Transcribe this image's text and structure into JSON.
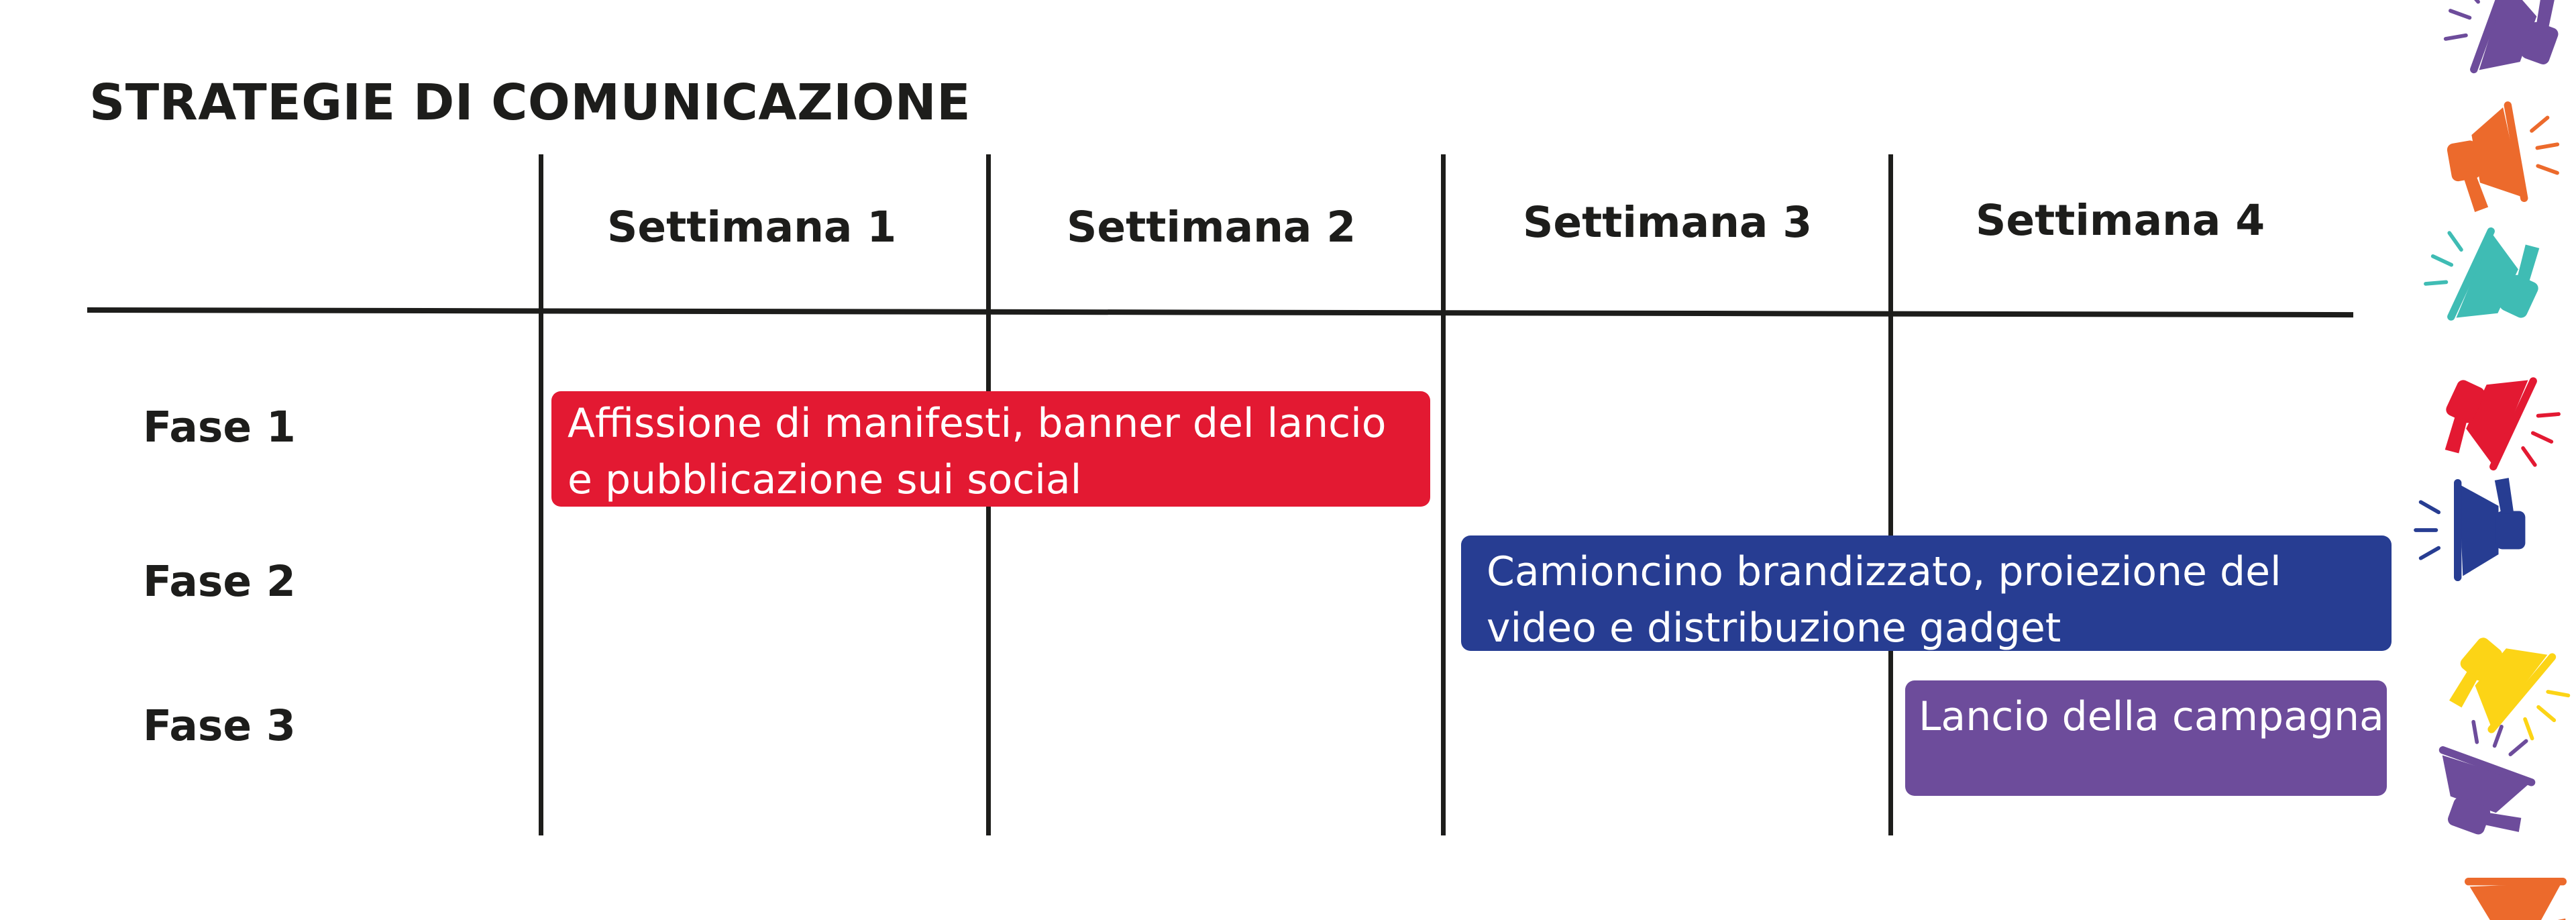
{
  "title": "STRATEGIE DI COMUNICAZIONE",
  "columns": [
    "Settimana 1",
    "Settimana 2",
    "Settimana 3",
    "Settimana 4"
  ],
  "rows": [
    "Fase 1",
    "Fase 2",
    "Fase 3"
  ],
  "tasks": [
    {
      "row": "Fase 1",
      "lines": [
        "Affissione di manifesti, banner del lancio",
        "e pubblicazione sui social"
      ],
      "color": "#e31932"
    },
    {
      "row": "Fase 2",
      "lines": [
        "Camioncino brandizzato, proiezione del",
        "video e distribuzione gadget"
      ],
      "color": "#273d92"
    },
    {
      "row": "Fase 3",
      "lines": [
        "Lancio della campagna"
      ],
      "color": "#6d4c9b"
    }
  ],
  "colors": {
    "text": "#1d1d1b",
    "grid": "#1d1d1b",
    "megaphone_purple": "#6d4c9b",
    "megaphone_orange": "#ec6a2c",
    "megaphone_teal": "#3fbcb4",
    "megaphone_red": "#e31932",
    "megaphone_blue": "#273d92",
    "megaphone_yellow": "#fcd416"
  },
  "decorations": [
    "megaphone-icon-purple",
    "megaphone-icon-orange",
    "megaphone-icon-teal",
    "megaphone-icon-red",
    "megaphone-icon-blue",
    "megaphone-icon-yellow",
    "megaphone-icon-purple",
    "megaphone-icon-orange"
  ]
}
